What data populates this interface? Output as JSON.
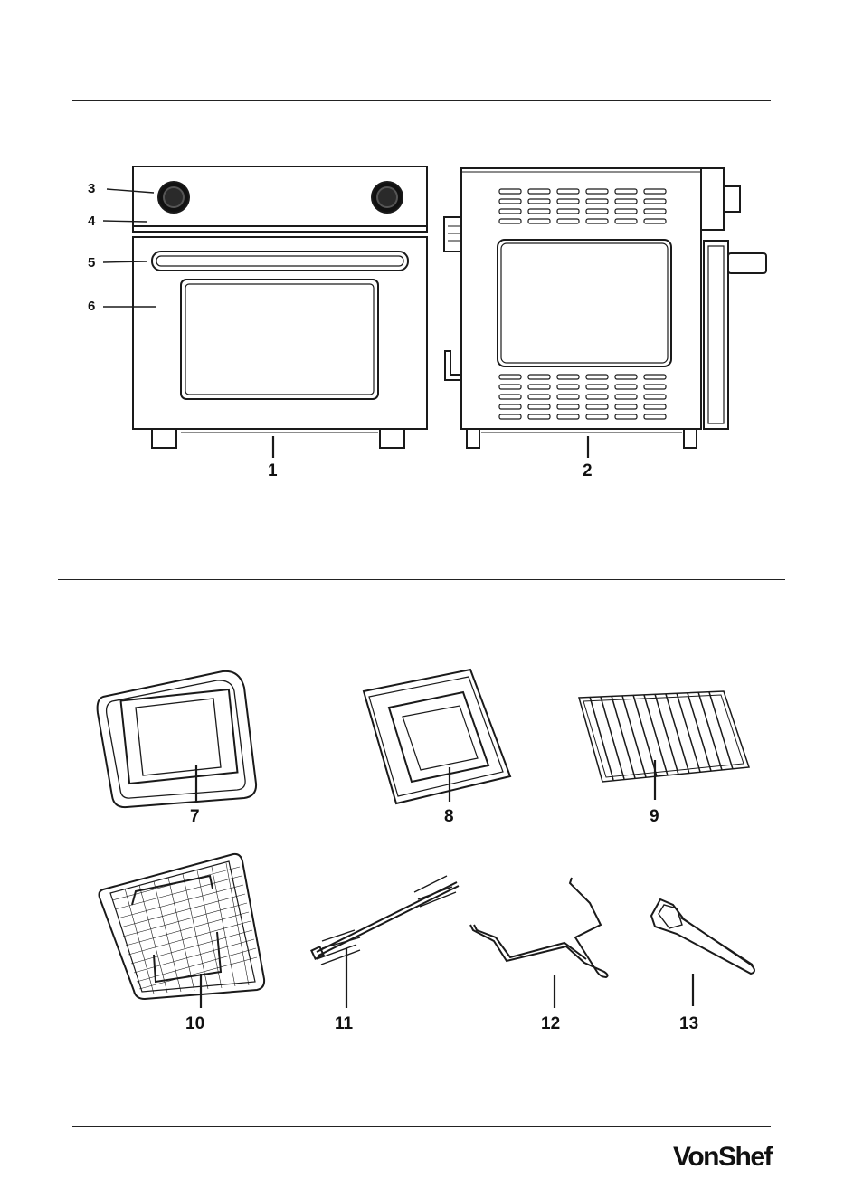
{
  "diagram_top": {
    "callouts": [
      {
        "id": "3",
        "label": "3"
      },
      {
        "id": "4",
        "label": "4"
      },
      {
        "id": "5",
        "label": "5"
      },
      {
        "id": "6",
        "label": "6"
      },
      {
        "id": "1",
        "label": "1"
      },
      {
        "id": "2",
        "label": "2"
      }
    ]
  },
  "diagram_accessories": {
    "callouts": [
      {
        "id": "7",
        "label": "7"
      },
      {
        "id": "8",
        "label": "8"
      },
      {
        "id": "9",
        "label": "9"
      },
      {
        "id": "10",
        "label": "10"
      },
      {
        "id": "11",
        "label": "11"
      },
      {
        "id": "12",
        "label": "12"
      },
      {
        "id": "13",
        "label": "13"
      }
    ]
  },
  "brand": {
    "logo_text": "VonShef"
  },
  "icons": [
    "oven-front-icon",
    "oven-side-icon",
    "baking-tray-icon",
    "drip-tray-icon",
    "wire-rack-icon",
    "mesh-basket-icon",
    "rotisserie-spit-icon",
    "rotisserie-fork-icon",
    "tray-handle-icon"
  ]
}
